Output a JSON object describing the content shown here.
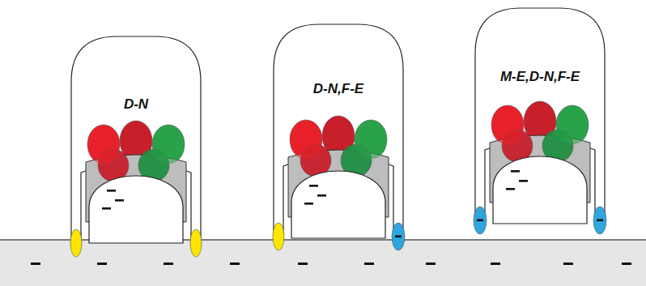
{
  "diagram": {
    "nodes": [
      {
        "text": [
          "D-N"
        ]
      },
      {
        "text": [
          "D-N,F-E"
        ]
      },
      {
        "text": [
          "M-E,D-N,F-E"
        ]
      }
    ]
  }
}
